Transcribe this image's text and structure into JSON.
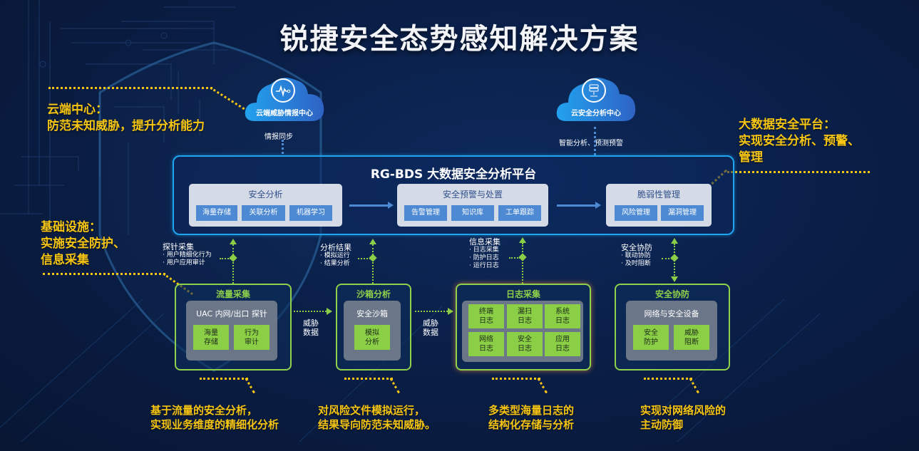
{
  "title": "锐捷安全态势感知解决方案",
  "notes": {
    "cloud_center": {
      "line1": "云端中心：",
      "line2": "防范未知威胁，提升分析能力"
    },
    "infrastructure": {
      "line1": "基础设施：",
      "line2": "实施安全防护、",
      "line3": "信息采集"
    },
    "big_data": {
      "line1": "大数据安全平台：",
      "line2": "实现安全分析、预警、",
      "line3": "管理"
    }
  },
  "clouds": [
    {
      "label": "云端威胁情报中心",
      "icon": "pulse-icon",
      "edge_label": "情报同步"
    },
    {
      "label": "云安全分析中心",
      "icon": "database-icon",
      "edge_label": "智能分析、预测预警"
    }
  ],
  "platform": {
    "title": "RG-BDS 大数据安全分析平台",
    "panels": [
      {
        "title": "安全分析",
        "chips": [
          "海量存储",
          "关联分析",
          "机器学习"
        ]
      },
      {
        "title": "安全预警与处置",
        "chips": [
          "告警管理",
          "知识库",
          "工单跟踪"
        ]
      },
      {
        "title": "脆弱性管理",
        "chips": [
          "风险管理",
          "漏洞管理"
        ]
      }
    ]
  },
  "connectors": [
    {
      "title": "探针采集",
      "items": [
        "用户精细化行为",
        "用户应用审计"
      ]
    },
    {
      "title": "分析结果",
      "items": [
        "模拟运行",
        "结果分析"
      ]
    },
    {
      "title": "信息采集",
      "items": [
        "日志采集",
        "防护日志",
        "运行日志"
      ]
    },
    {
      "title": "安全协防",
      "items": [
        "联动协防",
        "及时阻断"
      ]
    }
  ],
  "stages": [
    {
      "title": "流量采集",
      "inner_title": "UAC 内网/出口 探针",
      "cells": [
        [
          "海量",
          "存储"
        ],
        [
          "行为",
          "审计"
        ]
      ]
    },
    {
      "title": "沙箱分析",
      "inner_title": "安全沙箱",
      "cells": [
        [
          "模拟",
          "分析"
        ]
      ]
    },
    {
      "title": "日志采集",
      "inner_title": "",
      "cells": [
        [
          "终端",
          "日志"
        ],
        [
          "漏扫",
          "日志"
        ],
        [
          "系统",
          "日志"
        ],
        [
          "网络",
          "日志"
        ],
        [
          "安全",
          "日志"
        ],
        [
          "应用",
          "日志"
        ]
      ]
    },
    {
      "title": "安全协防",
      "inner_title": "网络与安全设备",
      "cells": [
        [
          "安全",
          "防护"
        ],
        [
          "威胁",
          "阻断"
        ]
      ]
    }
  ],
  "flows": [
    {
      "line1": "威胁",
      "line2": "数据"
    },
    {
      "line1": "威胁",
      "line2": "数据"
    }
  ],
  "bottom_notes": [
    {
      "line1": "基于流量的安全分析，",
      "line2": "实现业务维度的精细化分析"
    },
    {
      "line1": "对风险文件模拟运行，",
      "line2": "结果导向防范未知威胁。"
    },
    {
      "line1": "多类型海量日志的",
      "line2": "结构化存储与分析"
    },
    {
      "line1": "实现对网络风险的",
      "line2": "主动防御"
    }
  ],
  "colors": {
    "accent_yellow": "#f6c513",
    "accent_green": "#8bcf47",
    "platform_border": "#1ea7f0",
    "chip_blue": "#4e8ad3"
  }
}
